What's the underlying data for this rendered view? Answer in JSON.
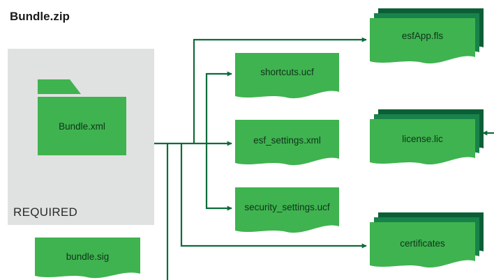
{
  "title": "Bundle.zip",
  "required_label": "REQUIRED",
  "colors": {
    "fill": "#3fb34f",
    "stack_mid": "#19824a",
    "stack_back": "#0b5f36",
    "line": "#0c6b3a",
    "group_bg": "#e0e2e1"
  },
  "nodes": {
    "bundle_xml": "Bundle.xml",
    "bundle_sig": "bundle.sig",
    "shortcuts": "shortcuts.ucf",
    "esf_settings": "esf_settings.xml",
    "security_settings": "security_settings.ucf",
    "esfapp": "esfApp.fls",
    "license": "license.lic",
    "certificates": "certificates"
  }
}
